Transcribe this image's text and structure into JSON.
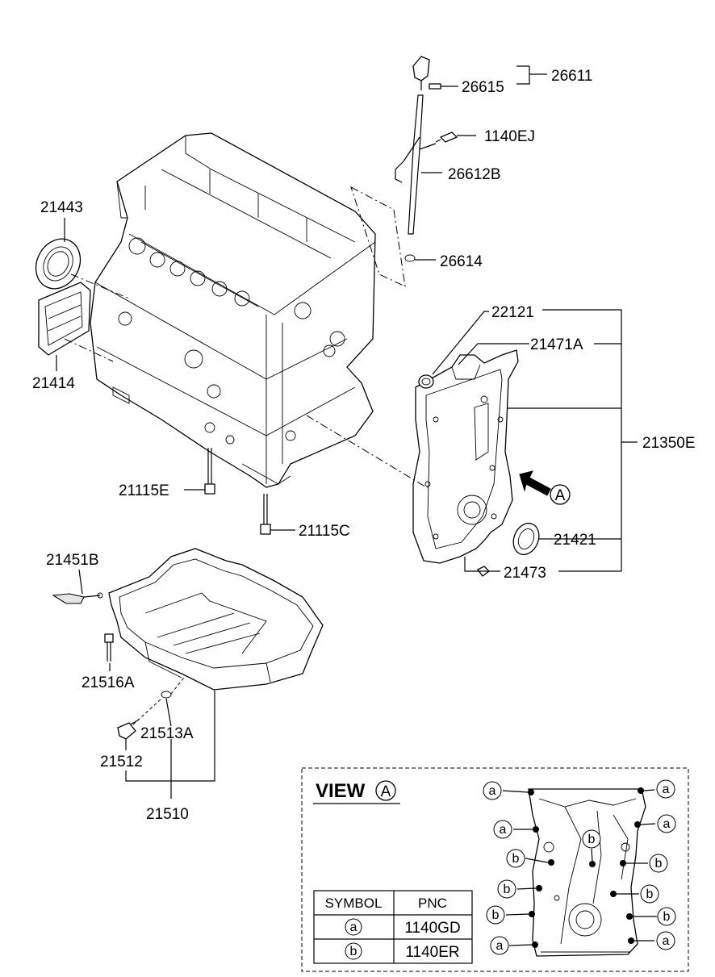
{
  "parts": {
    "p26611": "26611",
    "p26615": "26615",
    "p1140EJ": "1140EJ",
    "p26612B": "26612B",
    "p26614": "26614",
    "p21443": "21443",
    "p21414": "21414",
    "p22121": "22121",
    "p21471A": "21471A",
    "p21350E": "21350E",
    "p21421": "21421",
    "p21473": "21473",
    "p21115E": "21115E",
    "p21115C": "21115C",
    "p21451B": "21451B",
    "p21516A": "21516A",
    "p21513A": "21513A",
    "p21512": "21512",
    "p21510": "21510"
  },
  "view_marker": "A",
  "view_a": {
    "title": "VIEW",
    "circle_letter": "A",
    "symbol_a": "a",
    "symbol_b": "b"
  },
  "table": {
    "header_symbol": "SYMBOL",
    "header_pnc": "PNC",
    "rows": [
      {
        "symbol": "a",
        "pnc": "1140GD"
      },
      {
        "symbol": "b",
        "pnc": "1140ER"
      }
    ]
  }
}
